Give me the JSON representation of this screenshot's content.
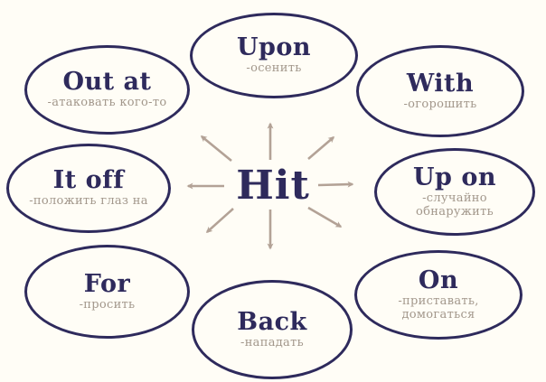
{
  "diagram": {
    "center": {
      "label": "Hit"
    },
    "nodes": [
      {
        "id": "upon",
        "label": "Upon",
        "translation": "-осенить"
      },
      {
        "id": "out-at",
        "label": "Out at",
        "translation": "-атаковать кого-то"
      },
      {
        "id": "with",
        "label": "With",
        "translation": "-огорошить"
      },
      {
        "id": "it-off",
        "label": "It off",
        "translation": "-положить глаз на"
      },
      {
        "id": "up-on",
        "label": "Up on",
        "translation": "-случайно обнаружить"
      },
      {
        "id": "for",
        "label": "For",
        "translation": "-просить"
      },
      {
        "id": "on",
        "label": "On",
        "translation": "-приставать, домогаться"
      },
      {
        "id": "back",
        "label": "Back",
        "translation": "-нападать"
      }
    ],
    "arrows": [
      "arrow-up",
      "arrow-up-right",
      "arrow-right",
      "arrow-down-right",
      "arrow-down",
      "arrow-down-left",
      "arrow-left",
      "arrow-up-left"
    ],
    "colors": {
      "navy": "#2e2a5c",
      "arrow_tan": "#b3a296",
      "translation_taupe": "#a2978b",
      "background": "#fffdf6"
    }
  }
}
